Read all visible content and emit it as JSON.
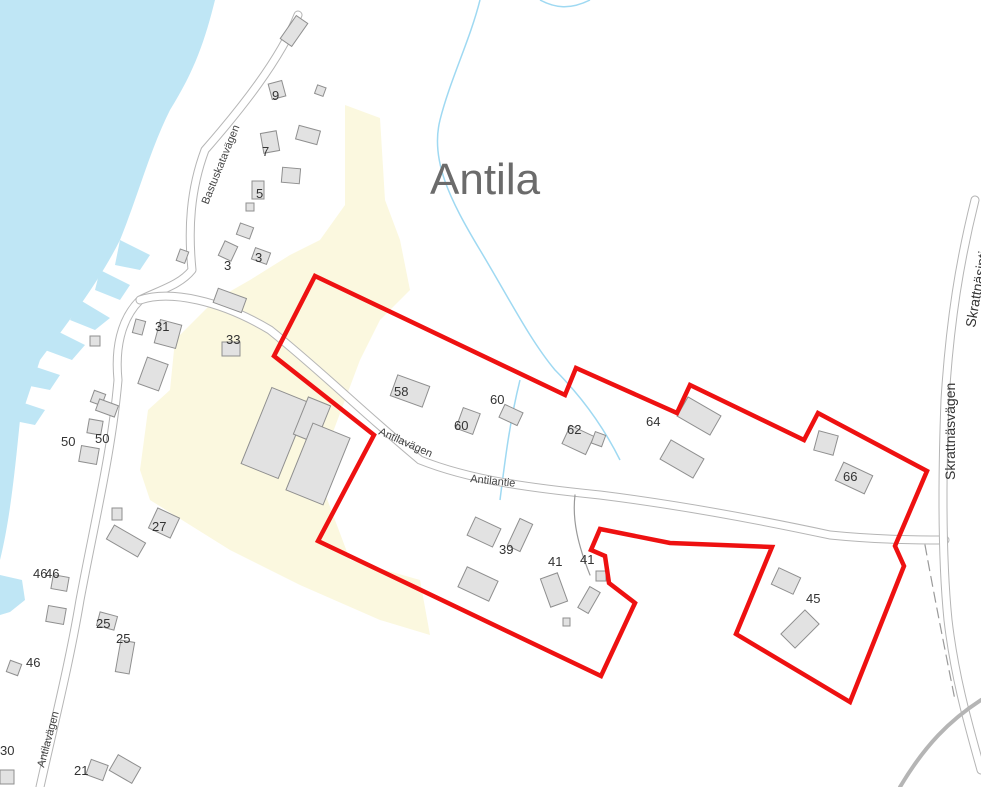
{
  "place_name": "Antila",
  "colors": {
    "water": "#bfe6f5",
    "field": "#fbf8df",
    "boundary": "#ee1111",
    "road_fill": "#ffffff",
    "road_edge": "#b5b5b5",
    "building": "#e2e2e2",
    "stream": "#9fd9f2"
  },
  "roads": {
    "bastuskata": "Bastuskatavägen",
    "antila_north": "Antilavägen",
    "antilantie": "Antilantie",
    "skrattnas_se": "Skrattnäsvägen",
    "skrattnas_fi": "Skrattnäsintie",
    "antila_south": "Antilavägen"
  },
  "house_numbers": {
    "n9": "9",
    "n7": "7",
    "n5": "5",
    "n3a": "3",
    "n3b": "3",
    "n31": "31",
    "n33": "33",
    "n58": "58",
    "n60a": "60",
    "n60b": "60",
    "n62": "62",
    "n64": "64",
    "n66": "66",
    "n50a": "50",
    "n50b": "50",
    "n27": "27",
    "n39": "39",
    "n41a": "41",
    "n41b": "41",
    "n45": "45",
    "n46a": "46",
    "n46b": "46",
    "n25a": "25",
    "n25b": "25",
    "n46c": "46",
    "n21": "21",
    "n30": "30"
  }
}
